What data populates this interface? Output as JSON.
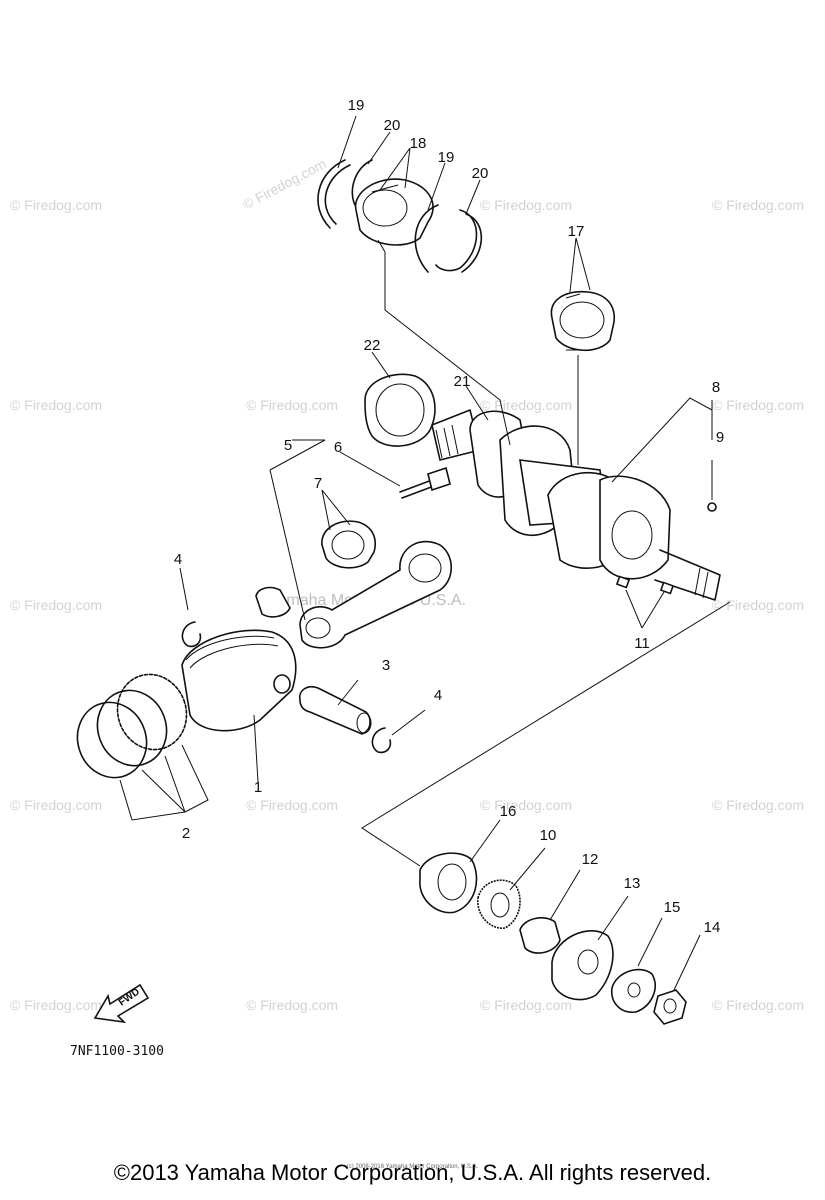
{
  "watermark": "© Firedog.com",
  "center_watermark": "Yamaha Motor Corp. U.S.A.",
  "diagram_code": "7NF1100-3100",
  "fwd_label": "FWD",
  "copyright": "©2013 Yamaha Motor Corporation, U.S.A. All rights reserved.",
  "tiny_copyright": "(c) 2008-2016 Yamaha Motor Corporation, U.S.A.",
  "callouts": [
    "1",
    "2",
    "3",
    "4",
    "4",
    "5",
    "6",
    "7",
    "8",
    "9",
    "10",
    "11",
    "12",
    "13",
    "14",
    "15",
    "16",
    "17",
    "18",
    "19",
    "19",
    "20",
    "20",
    "21",
    "22"
  ]
}
